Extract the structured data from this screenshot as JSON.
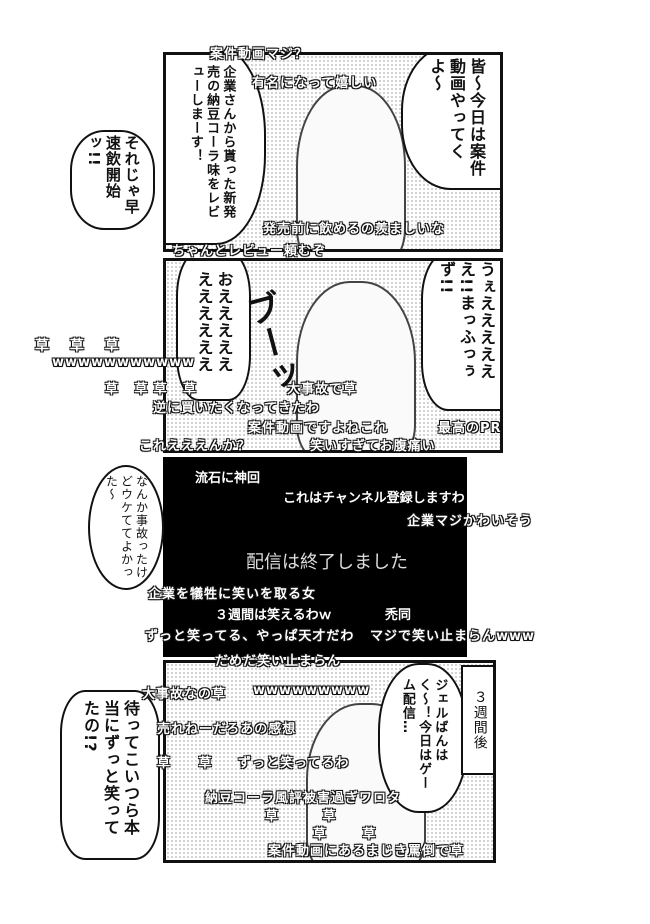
{
  "panel1": {
    "speech_left": "企業さんから貰った新発売の納豆コーラ味をレビューしまーす！",
    "speech_right": "皆〜今日は案件動画やってくよ〜",
    "outside_shout": "それじゃ早速飲開始ッ!!",
    "comments": [
      "案件動画マジ？",
      "有名になって嬉しい",
      "発売前に飲めるの羨ましいな",
      "ちゃんとレビュー頼むぞ"
    ]
  },
  "panel2": {
    "speech_left": "おえええええええええええ",
    "speech_right": "うぇええええええ!!まっふっぅず!!",
    "sfx": "ブーッ",
    "comments": [
      "草 草 草",
      "wwwwwwwwwww",
      "草 草草 草",
      "大事故で草",
      "逆に買いたくなってきたわ",
      "案件動画ですよねこれ",
      "最高のPR",
      "これえええんか？",
      "笑いすぎてお腹痛い"
    ]
  },
  "panel3": {
    "thought": "なんか事故ったけどウケててよかった〜",
    "stream_ended": "配信は終了しました",
    "comments": [
      "流石に神回",
      "これはチャンネル登録しますわ",
      "企業マジかわいそう",
      "企業を犠牲に笑いを取る女",
      "３週間は笑えるわｗ",
      "禿同",
      "ずっと笑ってる、やっぱ天才だわ",
      "マジで笑い止まらんwww"
    ]
  },
  "panel4": {
    "caption": "３週間後",
    "speech": "ジェルばんはく〜！今日はゲーム配信…",
    "outside_shout": "待ってこいつら本当にずっと笑ってたの!?",
    "comments": [
      "だめだ笑い止まらん",
      "大事故なの草",
      "wwwwwwwww",
      "売れねーだろあの感想",
      "草 草",
      "ずっと笑ってるわ",
      "納豆コーラ風評被害過ぎワロタ",
      "草 草",
      "草 草",
      "案件動画にあるまじき罵倒で草"
    ]
  }
}
